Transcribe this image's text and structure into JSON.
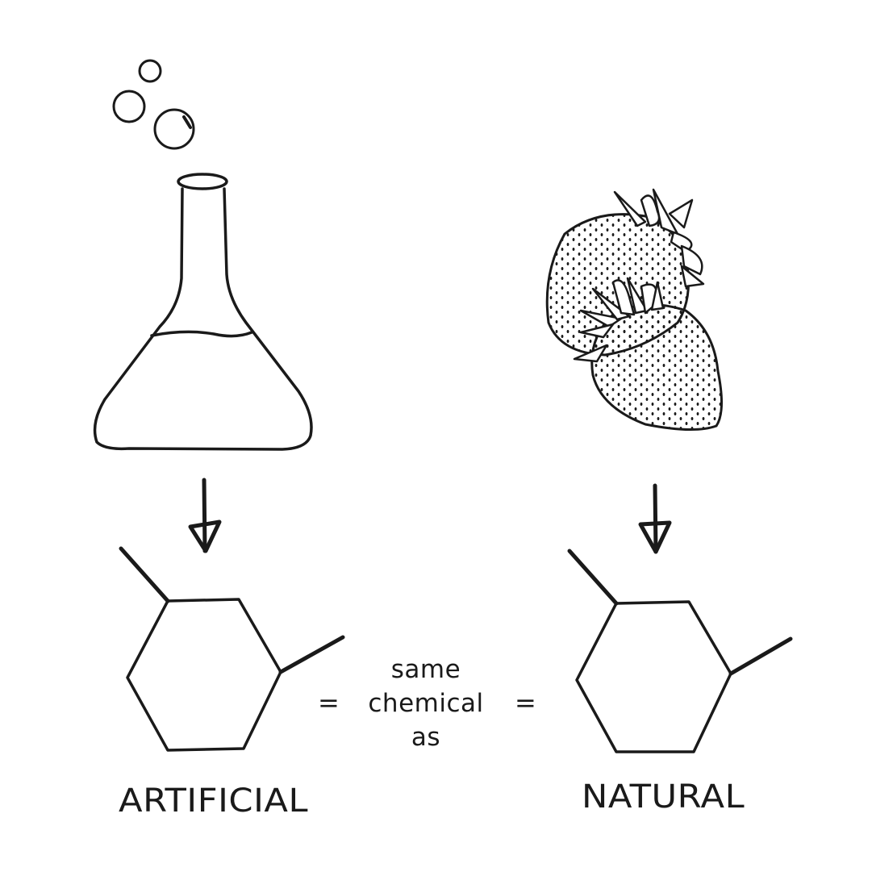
{
  "labels": {
    "left": "ARTIFICIAL",
    "right": "NATURAL",
    "equals_left": "=",
    "equals_right": "=",
    "middle_line1": "same",
    "middle_line2": "chemical",
    "middle_line3": "as"
  },
  "colors": {
    "ink": "#1a1a1a",
    "background": "#ffffff"
  },
  "icons": {
    "left_top": "flask-icon",
    "right_top": "strawberry-icon",
    "molecule": "hexagon-molecule-icon"
  }
}
